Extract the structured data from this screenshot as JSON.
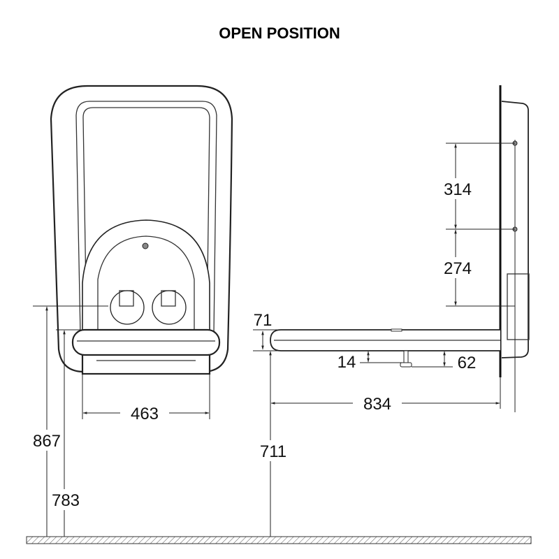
{
  "title": "OPEN POSITION",
  "front_view": {
    "dimensions": {
      "width": "463",
      "height_top": "867",
      "height_seat": "783"
    }
  },
  "side_view": {
    "dimensions": {
      "upper_fixing": "314",
      "lower_fixing": "274",
      "thickness": "71",
      "leg_gap": "14",
      "leg_height": "62",
      "depth": "834",
      "height_floor": "711"
    }
  }
}
